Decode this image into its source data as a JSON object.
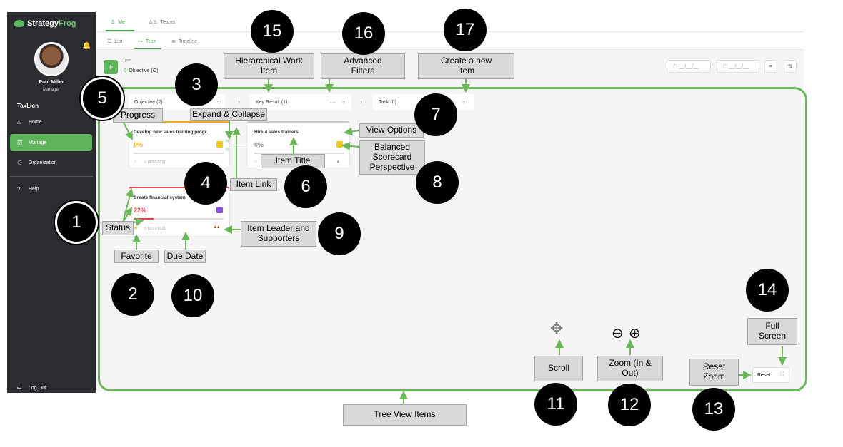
{
  "app": {
    "brand_part1": "Strategy",
    "brand_part2": "Frog"
  },
  "user": {
    "name": "Paul Miller",
    "role": "Manager"
  },
  "organization": "TaxLion",
  "sidebar": {
    "items": [
      {
        "label": "Home",
        "icon": "home-icon"
      },
      {
        "label": "Manage",
        "icon": "manage-icon",
        "active": true
      },
      {
        "label": "Organization",
        "icon": "organization-icon"
      },
      {
        "label": "Help",
        "icon": "help-icon"
      }
    ],
    "logout": "Log Out"
  },
  "tabs": {
    "me": "Me",
    "teams": "Teams",
    "list": "List",
    "tree": "Tree",
    "timeline": "Timeline"
  },
  "toolbar": {
    "type_label": "Type:",
    "type_value": "Objective (O)",
    "date_from": "__/__/__",
    "date_sep": "-",
    "date_to": "__/__/__"
  },
  "columns": [
    {
      "label": "Objective (2)"
    },
    {
      "label": "Key Result (1)"
    },
    {
      "label": "Task (0)"
    }
  ],
  "cards": {
    "card1": {
      "title": "Develop new sales training progr...",
      "progress": "0%",
      "date": "08/01/2021",
      "progress_value": 0,
      "color": "#f0ad1e"
    },
    "card2": {
      "title": "Hire 4 sales trainers",
      "progress": "0%",
      "progress_value": 0,
      "color": "#999999"
    },
    "card3": {
      "title": "Create financial system",
      "progress": "22%",
      "date": "07/17/2021",
      "progress_value": 22,
      "color": "#e8434b"
    }
  },
  "reset_button": "Reset",
  "annotations": {
    "progress": "Progress",
    "expand_collapse": "Expand & Collapse",
    "hierarchical": "Hierarchical Work Item",
    "advanced_filters": "Advanced Filters",
    "create_item": "Create a new Item",
    "view_options": "View Options",
    "balanced": "Balanced Scorecard Perspective",
    "item_title": "Item Title",
    "item_link": "Item Link",
    "status": "Status",
    "item_leader": "Item Leader and Supporters",
    "favorite": "Favorite",
    "due_date": "Due Date",
    "scroll": "Scroll",
    "zoom": "Zoom (In & Out)",
    "reset_zoom": "Reset Zoom",
    "full_screen": "Full Screen",
    "tree_view": "Tree View Items"
  },
  "numbers": {
    "n1": "1",
    "n2": "2",
    "n3": "3",
    "n4": "4",
    "n5": "5",
    "n6": "6",
    "n7": "7",
    "n8": "8",
    "n9": "9",
    "n10": "10",
    "n11": "11",
    "n12": "12",
    "n13": "13",
    "n14": "14",
    "n15": "15",
    "n16": "16",
    "n17": "17"
  },
  "colors": {
    "accent": "#5fb35b",
    "frame": "#6cb65c",
    "sidebar": "#2b2c30"
  }
}
